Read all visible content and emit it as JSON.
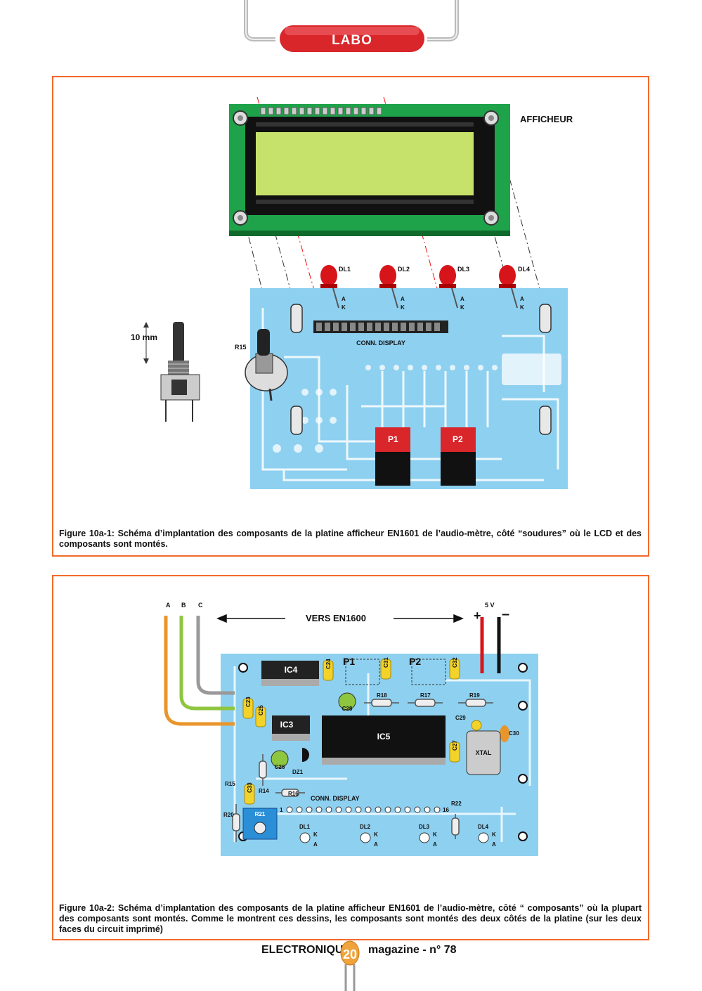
{
  "header": {
    "section_tab": "LABO"
  },
  "figure1": {
    "labels": {
      "display": "AFFICHEUR",
      "connector": "CONN. DISPLAY",
      "pot": "R15",
      "dimension": "10 mm",
      "leds": [
        "DL1",
        "DL2",
        "DL3",
        "DL4"
      ],
      "anode": "A",
      "cathode": "K",
      "buttons": [
        "P1",
        "P2"
      ]
    },
    "caption": "Figure 10a-1: Schéma d’implantation des composants de la platine afficheur EN1601 de l’audio-mètre, côté “soudures” où le LCD et des composants sont montés."
  },
  "figure2": {
    "labels": {
      "wires": [
        "A",
        "B",
        "C"
      ],
      "direction": "VERS EN1600",
      "supply": "5 V",
      "plus": "+",
      "minus": "–",
      "ics": [
        "IC4",
        "IC3",
        "IC5"
      ],
      "caps": [
        "C24",
        "C23",
        "C25",
        "C31",
        "C32",
        "C27",
        "C33"
      ],
      "electrolytics": [
        "C28",
        "C26"
      ],
      "resistors": [
        "R18",
        "R17",
        "R19",
        "R14",
        "R16",
        "R22",
        "R20",
        "R15"
      ],
      "c29": "C29",
      "c30": "C30",
      "xtal": "XTAL",
      "dz1": "DZ1",
      "r21": "R21",
      "connector": "CONN. DISPLAY",
      "pin_first": "1",
      "pin_last": "16",
      "buttons": [
        "P1",
        "P2"
      ],
      "leds": [
        "DL1",
        "DL2",
        "DL3",
        "DL4"
      ],
      "cathode": "K",
      "anode": "A"
    },
    "caption": "Figure 10a-2: Schéma d’implantation des composants de la platine afficheur EN1601 de l’audio-mètre, côté “ composants” où la plupart des composants sont montés. Comme le montrent ces dessins, les composants sont montés des deux côtés de la platine (sur les deux faces du circuit imprimé)"
  },
  "footer": {
    "left": "ELECTRONIQUE",
    "page": "20",
    "right": "magazine - n° 78"
  },
  "colors": {
    "frame": "#f26a2b",
    "pcb": "#8ed0f0",
    "lcd_board": "#1ea34a",
    "lcd_screen": "#c6e26a",
    "tab": "#d8262b",
    "component_yellow": "#f2d22b"
  }
}
